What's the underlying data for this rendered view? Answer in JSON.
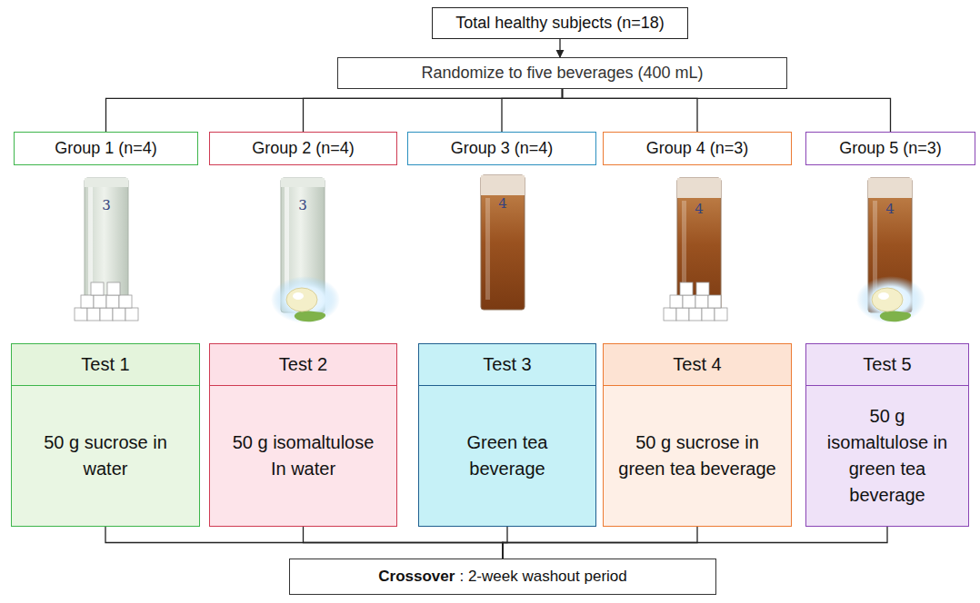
{
  "diagram": {
    "nodes": [
      {
        "text": [
          "Total healthy subjects (n=18)"
        ]
      },
      {
        "text": [
          "Randomize to five beverages (400 mL)"
        ]
      },
      {
        "text": [
          "Group 1 (n=4)"
        ]
      },
      {
        "text": [
          "Group 2 (n=4)"
        ]
      },
      {
        "text": [
          "Group 3 (n=4)"
        ]
      },
      {
        "text": [
          "Group 4 (n=3)"
        ]
      },
      {
        "text": [
          "Group 5 (n=3)"
        ]
      },
      {
        "text": [
          "Test 1",
          "50 g sucrose in water"
        ]
      },
      {
        "text": [
          "Test 2",
          "50 g isomaltulose In water"
        ]
      },
      {
        "text": [
          "Test 3",
          "Green tea beverage"
        ]
      },
      {
        "text": [
          "Test 4",
          "50 g sucrose in green tea beverage"
        ]
      },
      {
        "text": [
          "Test 5",
          "50 g isomaltulose in green tea beverage"
        ]
      },
      {
        "text": [
          "Crossover",
          ": 2-week washout period"
        ]
      }
    ],
    "edges": [
      {
        "from": 0,
        "to": 1,
        "arrow": "to"
      },
      {
        "from": 1,
        "to": 2,
        "arrow": "none"
      },
      {
        "from": 1,
        "to": 3,
        "arrow": "none"
      },
      {
        "from": 1,
        "to": 4,
        "arrow": "none"
      },
      {
        "from": 1,
        "to": 5,
        "arrow": "none"
      },
      {
        "from": 1,
        "to": 6,
        "arrow": "none"
      },
      {
        "from": 7,
        "to": 12,
        "arrow": "none"
      },
      {
        "from": 8,
        "to": 12,
        "arrow": "none"
      },
      {
        "from": 9,
        "to": 12,
        "arrow": "none"
      },
      {
        "from": 10,
        "to": 12,
        "arrow": "none"
      },
      {
        "from": 11,
        "to": 12,
        "arrow": "none"
      }
    ],
    "labels": [
      "3",
      "3",
      "4",
      "4",
      "4"
    ]
  }
}
